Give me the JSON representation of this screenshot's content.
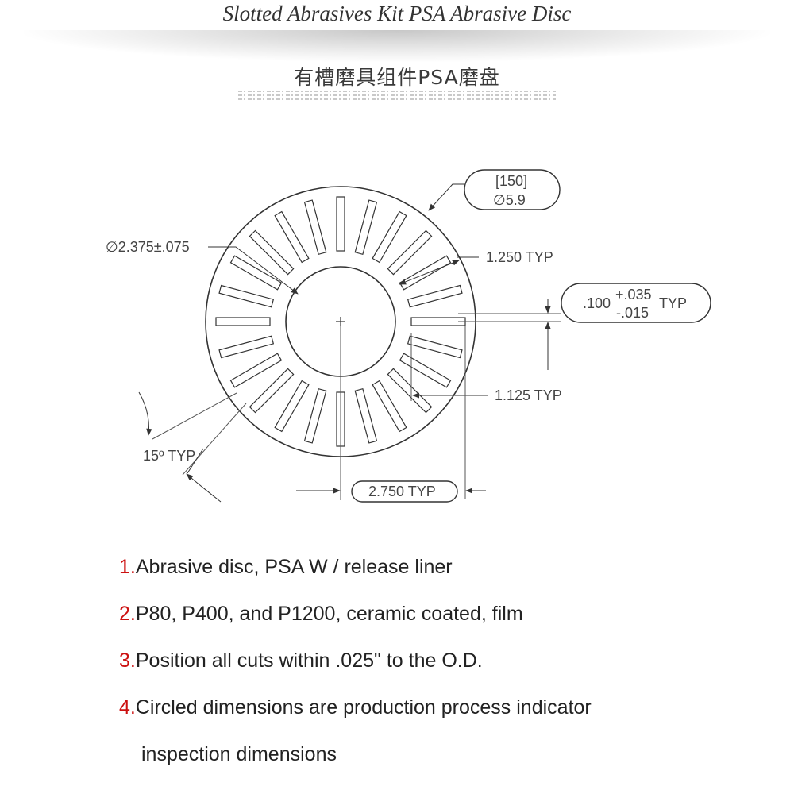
{
  "header": {
    "title": "Slotted Abrasives Kit PSA Abrasive Disc",
    "subtitle": "有槽磨具组件PSA磨盘"
  },
  "drawing": {
    "outer_diameter_metric": "150",
    "outer_diameter": "5.9",
    "inner_diameter": "2.375±.075",
    "slot_length": "1.250 TYP",
    "slot_width_nominal": ".100",
    "slot_width_plus": "+.035",
    "slot_width_minus": "-.015",
    "slot_width_suffix": "TYP",
    "slot_inner_radius": "1.125 TYP",
    "slot_angle": "15º TYP",
    "slot_outer_span": "2.750 TYP",
    "diameter_symbol": "∅",
    "slot_count": 24,
    "slot_angle_deg": 15
  },
  "notes": [
    {
      "number": "1.",
      "text": "Abrasive disc, PSA W / release liner"
    },
    {
      "number": "2.",
      "text": "P80, P400, and P1200, ceramic coated, film"
    },
    {
      "number": "3.",
      "text": "Position all cuts within .025\" to the O.D."
    },
    {
      "number": "4.",
      "text": "Circled dimensions are production process indicator",
      "continuation": "inspection dimensions"
    }
  ],
  "colors": {
    "note_number": "#cc1111",
    "line": "#333333",
    "text": "#222222"
  }
}
